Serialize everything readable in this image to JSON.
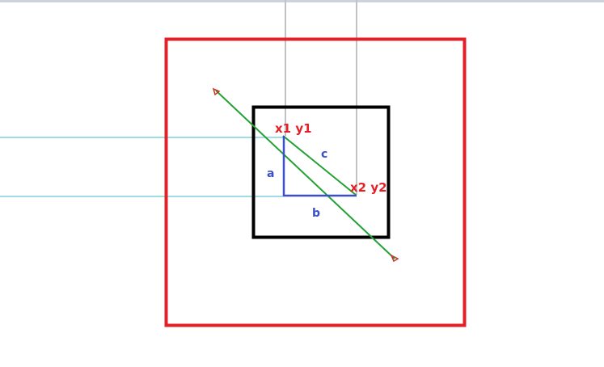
{
  "labels": {
    "point1": "x1 y1",
    "point2": "x2 y2",
    "side_a": "a",
    "side_b": "b",
    "side_c": "c"
  },
  "colors": {
    "outer_square": "#e32028",
    "inner_square": "#000000",
    "diagonal_line": "#23a135",
    "triangle": "#3a4fc8",
    "guide_horizontal": "#9fdde6",
    "guide_vertical": "#c2c2c2",
    "top_border": "#cdd3de",
    "point_label": "#e32028",
    "side_label": "#3a4fc8"
  }
}
